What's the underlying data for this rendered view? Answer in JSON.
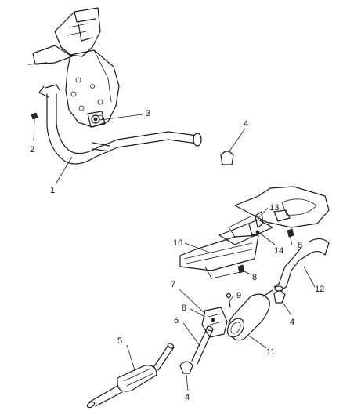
{
  "callouts": [
    {
      "id": "c1",
      "number": "1"
    },
    {
      "id": "c2",
      "number": "2"
    },
    {
      "id": "c3",
      "number": "3"
    },
    {
      "id": "c4a",
      "number": "4"
    },
    {
      "id": "c4b",
      "number": "4"
    },
    {
      "id": "c4c",
      "number": "4"
    },
    {
      "id": "c5",
      "number": "5"
    },
    {
      "id": "c6",
      "number": "6"
    },
    {
      "id": "c7",
      "number": "7"
    },
    {
      "id": "c8a",
      "number": "8"
    },
    {
      "id": "c8b",
      "number": "8"
    },
    {
      "id": "c8c",
      "number": "8"
    },
    {
      "id": "c9",
      "number": "9"
    },
    {
      "id": "c10",
      "number": "10"
    },
    {
      "id": "c11",
      "number": "11"
    },
    {
      "id": "c12",
      "number": "12"
    },
    {
      "id": "c13",
      "number": "13"
    },
    {
      "id": "c14",
      "number": "14"
    }
  ]
}
